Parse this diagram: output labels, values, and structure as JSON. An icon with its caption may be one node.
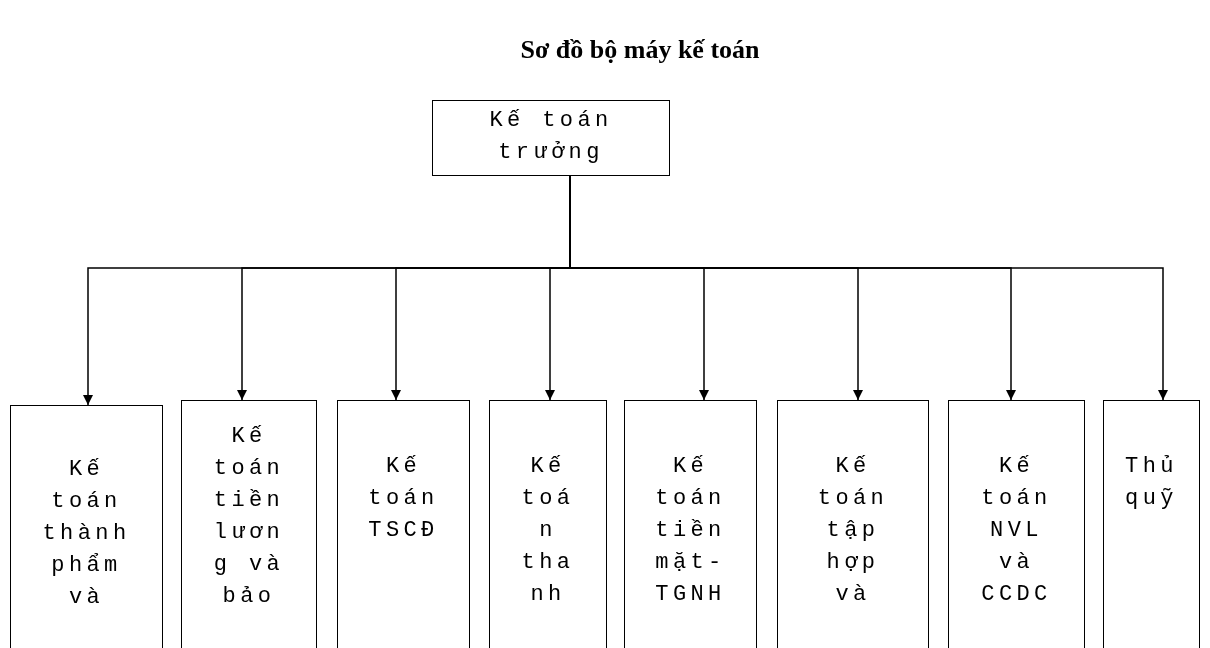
{
  "diagram": {
    "title": "Sơ đồ bộ máy kế toán",
    "nodes": [
      {
        "text": [
          "Kế toán trưởng"
        ]
      },
      {
        "text": [
          "Kế toán thành phẩm và"
        ]
      },
      {
        "text": [
          "Kế toán tiền lương và bảo"
        ]
      },
      {
        "text": [
          "Kế toán TSCĐ"
        ]
      },
      {
        "text": [
          "Kế toán thanh"
        ]
      },
      {
        "text": [
          "Kế toán tiền mặt-TGNH"
        ]
      },
      {
        "text": [
          "Kế toán tập hợp và"
        ]
      },
      {
        "text": [
          "Kế toán NVL và CCDC"
        ]
      },
      {
        "text": [
          "Thủ quỹ"
        ]
      }
    ],
    "edges": [
      {
        "from": 0,
        "to": 1,
        "arrow": "to"
      },
      {
        "from": 0,
        "to": 2,
        "arrow": "to"
      },
      {
        "from": 0,
        "to": 3,
        "arrow": "to"
      },
      {
        "from": 0,
        "to": 4,
        "arrow": "to"
      },
      {
        "from": 0,
        "to": 5,
        "arrow": "to"
      },
      {
        "from": 0,
        "to": 6,
        "arrow": "to"
      },
      {
        "from": 0,
        "to": 7,
        "arrow": "to"
      },
      {
        "from": 0,
        "to": 8,
        "arrow": "to"
      }
    ]
  }
}
